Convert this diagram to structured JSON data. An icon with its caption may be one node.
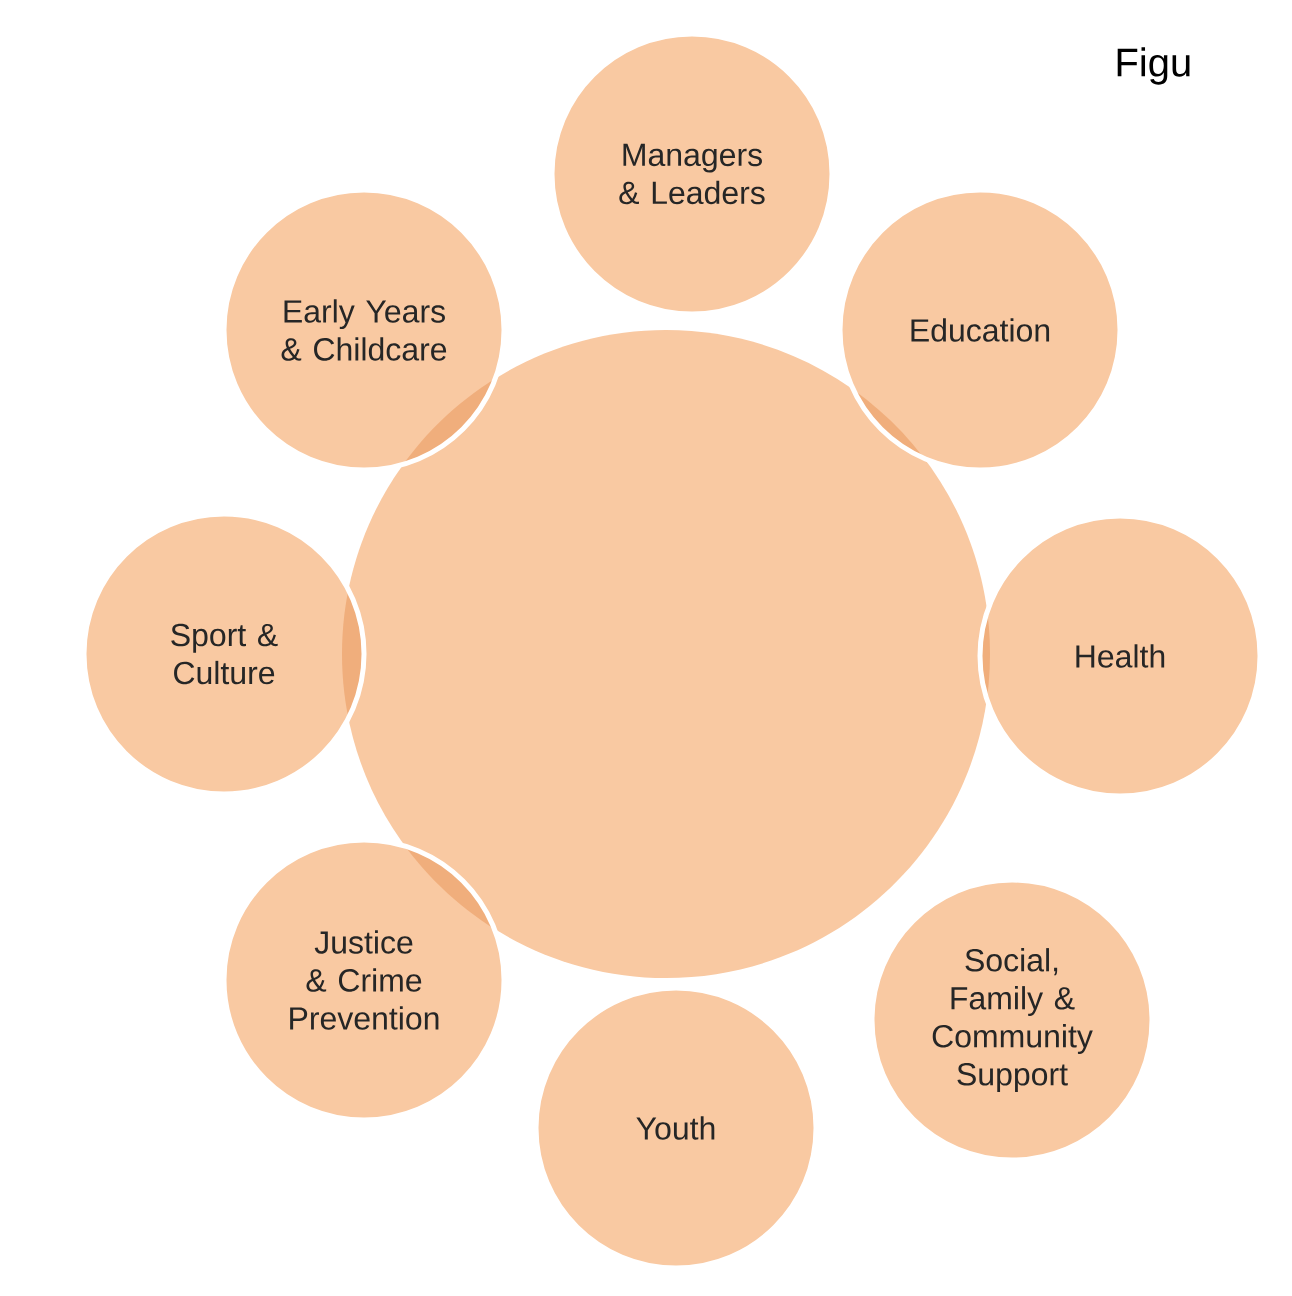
{
  "diagram": {
    "nodes": [
      {
        "text": [],
        "shape": "circle"
      },
      {
        "text": [
          "Managers & Leaders"
        ]
      },
      {
        "text": [
          "Early Years & Childcare"
        ]
      },
      {
        "text": [
          "Education"
        ]
      },
      {
        "text": [
          "Sport & Culture"
        ]
      },
      {
        "text": [
          "Health"
        ]
      },
      {
        "text": [
          "Justice & Crime Prevention"
        ]
      },
      {
        "text": [
          "Social, Family & Community Support"
        ]
      },
      {
        "text": [
          "Youth"
        ]
      }
    ],
    "labels": [
      "Figu"
    ]
  }
}
